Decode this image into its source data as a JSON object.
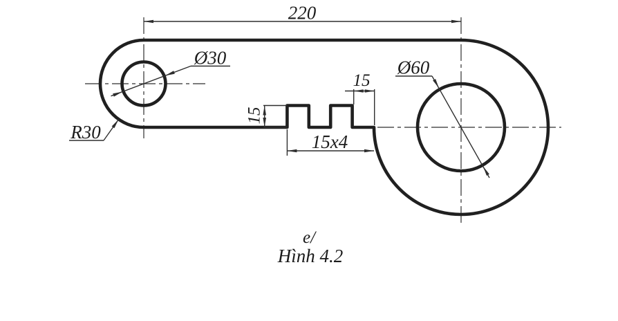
{
  "colors": {
    "line": "#202020",
    "thin": "#2e2e2e",
    "text": "#1b1b1b",
    "background": "#ffffff"
  },
  "labels": {
    "overall_length": "220",
    "small_hole_diameter": "Ø30",
    "left_end_radius": "R30",
    "large_hole_diameter": "Ø60",
    "notch_height": "15",
    "notch_last_width": "15",
    "notch_pattern": "15x4"
  },
  "caption": {
    "item": "e/",
    "figure": "Hình 4.2"
  }
}
